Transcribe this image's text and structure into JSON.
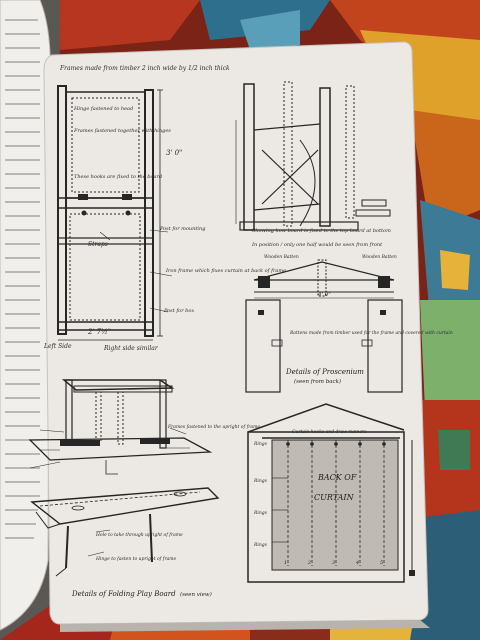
{
  "page": {
    "header_note": "Frames made from timber 2 inch wide by 1/2 inch thick"
  },
  "left_frame": {
    "labels": {
      "top_note": "Hinge fastened to head",
      "hinge_note": "Frames fastened together with hinges",
      "fold_note": "These hooks are fixed to the board",
      "wood": "Post for mounting",
      "strut": "Straps",
      "right_note": "Iron frame which fixes curtain at back of frame",
      "bottom_left": "Left Side",
      "bottom_right": "Right side similar",
      "dim_width": "2' 7½\"",
      "dim_height": "3' 0\"",
      "post_label": "Post for box"
    }
  },
  "right_frame": {
    "label_middle": "Showing how board is fixed to the top board at bottom",
    "label_bottom": "In position / only one half would be seen from front"
  },
  "proscenium": {
    "label_left": "Wooden Batten",
    "label_right": "Wooden Batten",
    "width_dim": "4' 0\"",
    "center_note": "Battens made from timber used for the frame and covered with curtain",
    "caption": "Details of Proscenium",
    "subcaption": "(seen from back)"
  },
  "floor_frame": {
    "note_right": "Frames fastened to the upright of frame"
  },
  "play_board": {
    "note_center": "Hole to take through upright of frame",
    "note_bottom": "Hinge to fasten to upright of frame",
    "caption": "Details of Folding Play Board",
    "subcaption": "(seen view)"
  },
  "curtain": {
    "label_top": "Curtain hooks and draw runners",
    "label_r1": "Rings",
    "label_r2": "Rings",
    "label_r3": "Rings",
    "label_r4": "Rings",
    "title_line1": "BACK OF",
    "title_line2": "CURTAIN",
    "marks": [
      "1",
      "2",
      "3",
      "4",
      "5"
    ]
  },
  "colors": {
    "paper": "#ebe7e2",
    "paper_shadow": "#c9c4bf",
    "ink": "#262626",
    "carpet_red": "#a0281c",
    "carpet_orange": "#d6661c",
    "carpet_blue": "#2f6f8e"
  }
}
